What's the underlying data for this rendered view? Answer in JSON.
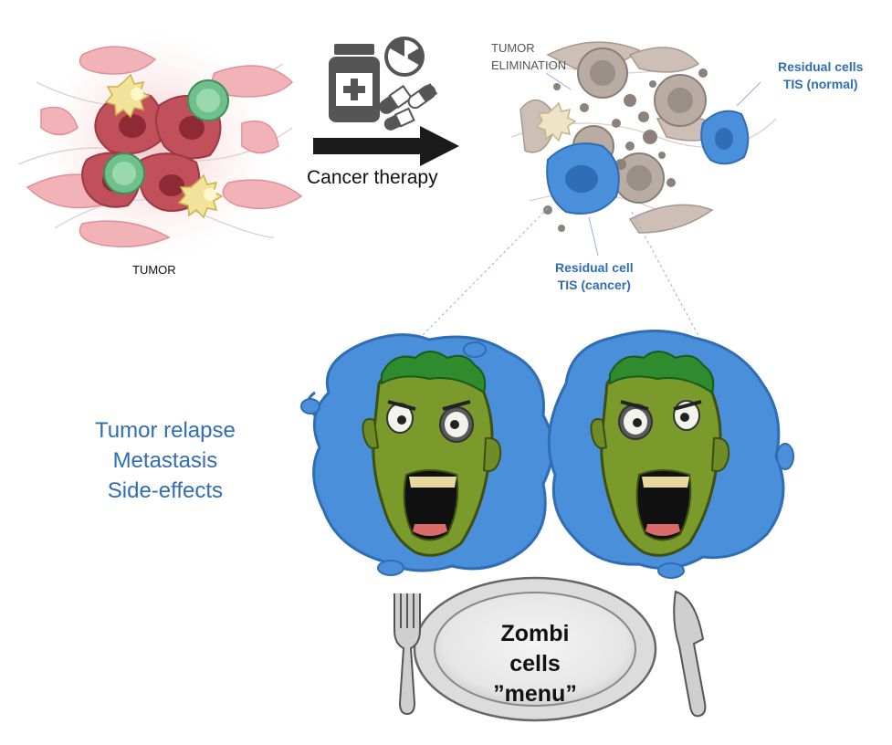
{
  "labels": {
    "tumor": "TUMOR",
    "therapy": "Cancer therapy",
    "elimination_line1": "TUMOR",
    "elimination_line2": "ELIMINATION",
    "tis_normal_line1": "Residual cells",
    "tis_normal_line2": "TIS (normal)",
    "tis_cancer_line1": "Residual cell",
    "tis_cancer_line2": "TIS (cancer)",
    "outcome_1": "Tumor relapse",
    "outcome_2": "Metastasis",
    "outcome_3": "Side-effects",
    "plate_line1": "Zombi cells",
    "plate_line2": "”menu”"
  },
  "colors": {
    "cell_blue": "#4a8fd9",
    "label_blue": "#2f6db5",
    "tumor_red": "#c2505a",
    "stroma_pink": "#f2b3b8",
    "zombie_green": "#7a9a2c",
    "hair_green": "#2e8b2e",
    "immune_green": "#6fc08a",
    "immune_yellow": "#f3e39a",
    "arrow": "#1a1a1a",
    "debris_gray": "#9a8f88"
  },
  "icons": [
    "pill-bottle-icon",
    "radiation-icon",
    "capsule-icon",
    "fork-icon",
    "knife-icon",
    "plate-icon"
  ]
}
